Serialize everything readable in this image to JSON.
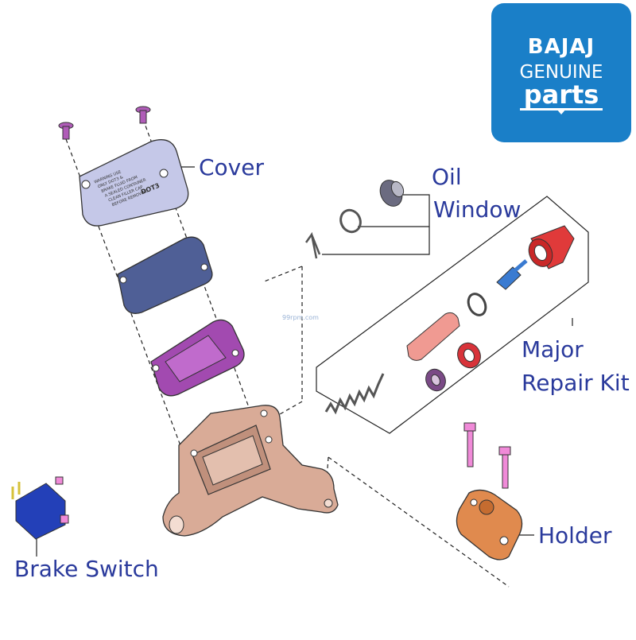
{
  "logo": {
    "brand": "BAJAJ",
    "line2": "GENUINE",
    "line3": "parts"
  },
  "labels": {
    "cover": "Cover",
    "oil_window_1": "Oil",
    "oil_window_2": "Window",
    "major_repair_kit_1": "Major",
    "major_repair_kit_2": "Repair Kit",
    "holder": "Holder",
    "brake_switch": "Brake Switch"
  },
  "watermark": "99rpm.com",
  "colors": {
    "label_text": "#2a3a9c",
    "logo_bg": "#1a7fc8",
    "body_casting": "#d9ab97",
    "holder": "#e08a4e",
    "diaphragm": "#4f5f96",
    "plate": "#a24ab0",
    "cover": "#c5c8e8",
    "boot": "#e03a3a",
    "piston": "#f09a92",
    "pushrod": "#3a7bd1",
    "switch": "#2340b8"
  },
  "cover_text": [
    "WARNING USE",
    "ONLY DOT3 &",
    "BRAKE FLUID FROM",
    "A SEALED CONTAINER",
    "CLEAN FILLER CAP",
    "BEFORE REMOVING",
    "DOT3"
  ]
}
